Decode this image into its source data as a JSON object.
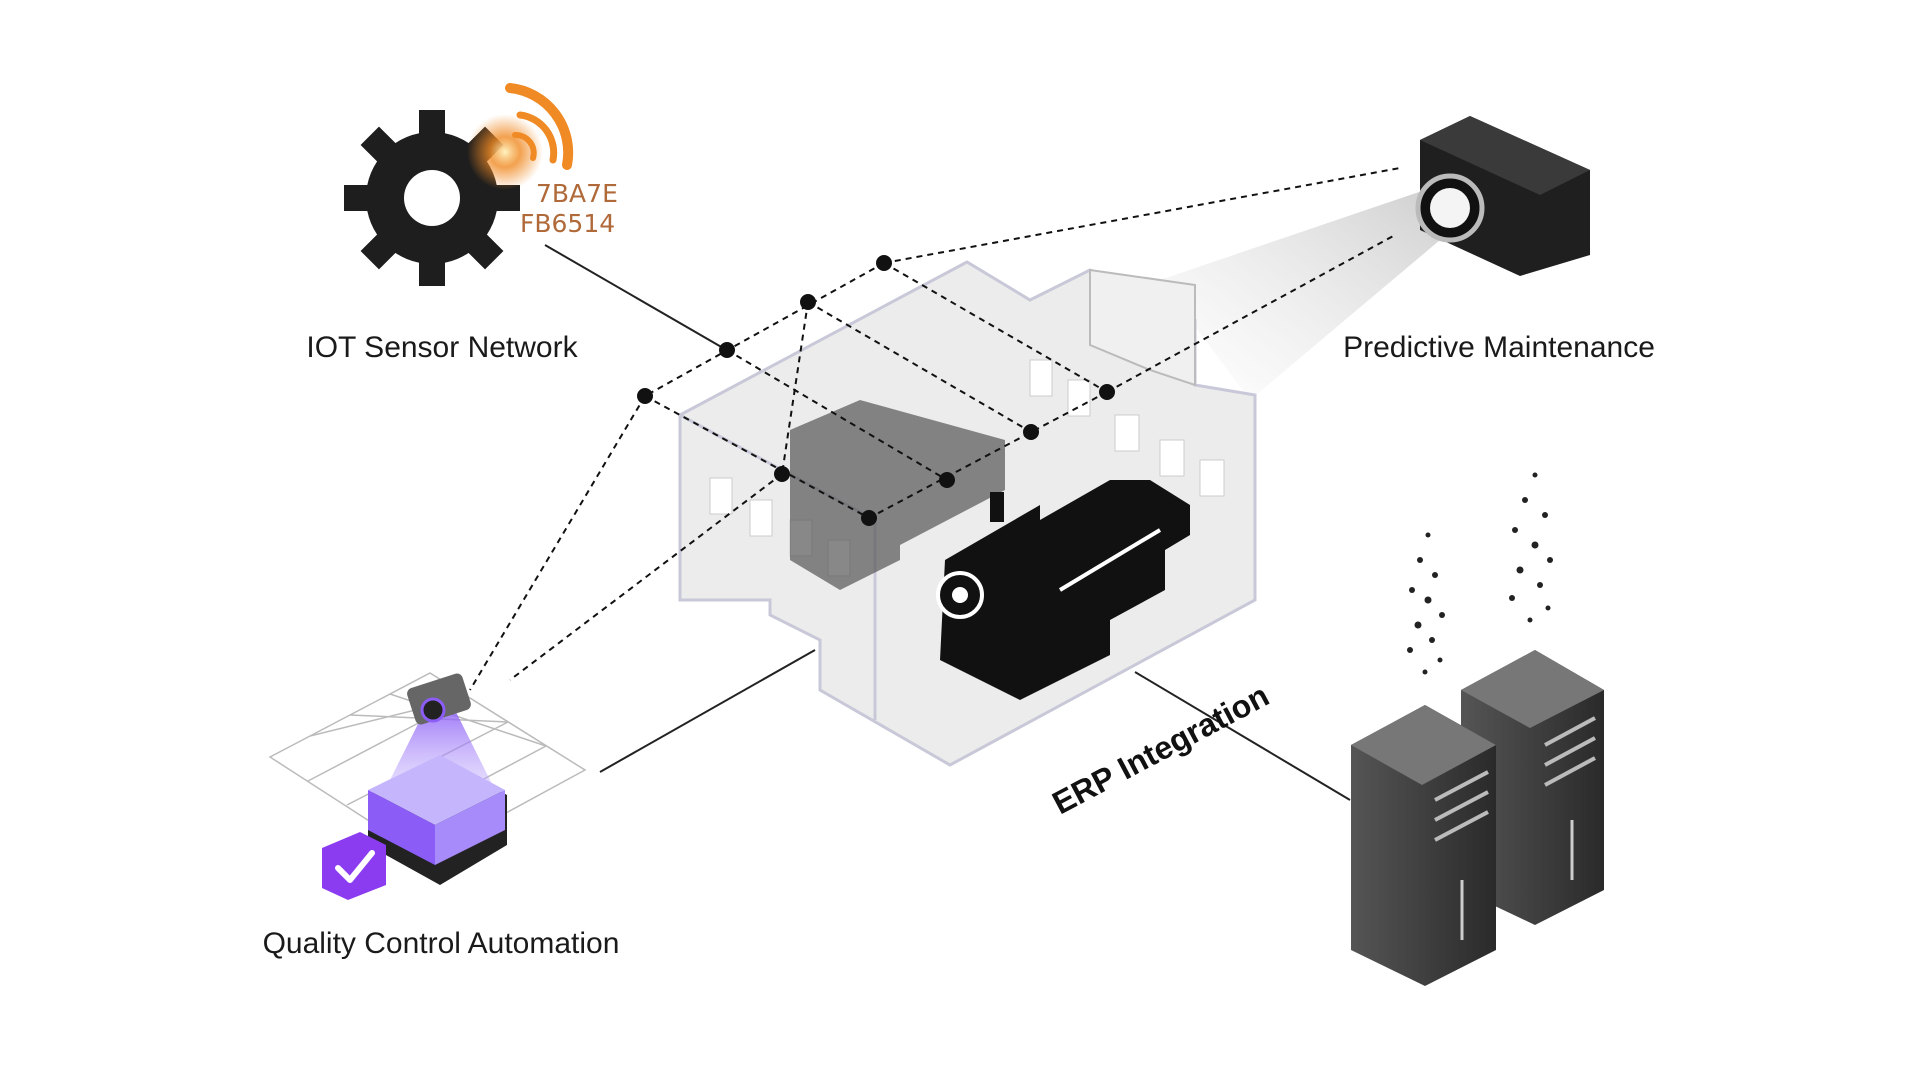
{
  "labels": {
    "iot": "IOT Sensor Network",
    "predictive": "Predictive Maintenance",
    "quality": "Quality Control Automation",
    "erp": "ERP Integration"
  },
  "sensor_codes": [
    "7BA7E",
    "FB6514"
  ],
  "colors": {
    "accent_orange": "#f08a24",
    "accent_purple": "#8b5cf6",
    "dark": "#1e1e1e"
  }
}
